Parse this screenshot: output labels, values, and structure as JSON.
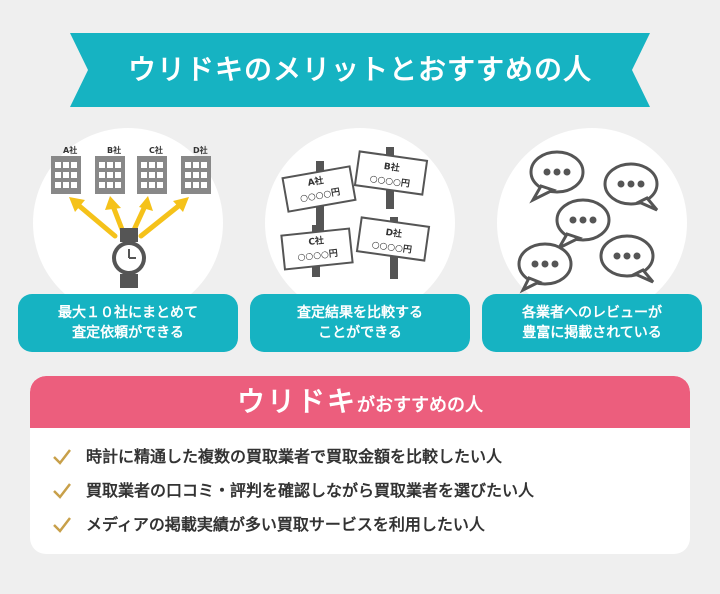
{
  "banner": {
    "title": "ウリドキのメリットとおすすめの人",
    "color": "#16b3c2"
  },
  "features": [
    {
      "line1": "最大１０社にまとめて",
      "line2": "査定依頼ができる",
      "icon": "buildings-watch-icon",
      "labels": [
        "A社",
        "B社",
        "C社",
        "D社"
      ]
    },
    {
      "line1": "査定結果を比較する",
      "line2": "ことができる",
      "icon": "price-signs-icon",
      "labels": [
        "A社",
        "B社",
        "C社",
        "D社"
      ],
      "price": "○○○○円"
    },
    {
      "line1": "各業者へのレビューが",
      "line2": "豊富に掲載されている",
      "icon": "speech-bubbles-icon"
    }
  ],
  "recommend": {
    "title_big": "ウリドキ",
    "title_small": "がおすすめの人",
    "color": "#ec5e7d",
    "items": [
      "時計に精通した複数の買取業者で買取金額を比較したい人",
      "買取業者の口コミ・評判を確認しながら買取業者を選びたい人",
      "メディアの掲載実績が多い買取サービスを利用したい人"
    ]
  }
}
